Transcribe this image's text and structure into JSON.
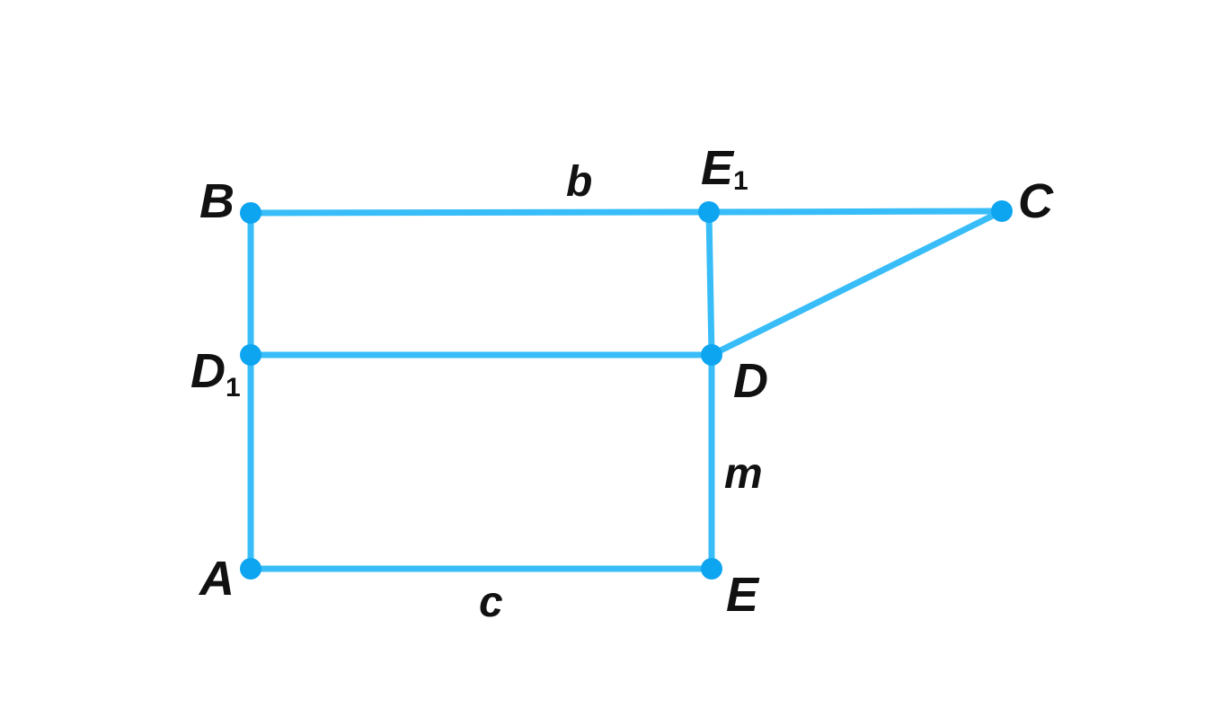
{
  "colors": {
    "line": "#38bdf8",
    "point": "#0ea5f0"
  },
  "points": {
    "B": {
      "name": "B",
      "sub": ""
    },
    "E1": {
      "name": "E",
      "sub": "1"
    },
    "C": {
      "name": "C",
      "sub": ""
    },
    "D1": {
      "name": "D",
      "sub": "1"
    },
    "D": {
      "name": "D",
      "sub": ""
    },
    "A": {
      "name": "A",
      "sub": ""
    },
    "E": {
      "name": "E",
      "sub": ""
    }
  },
  "segments": [
    {
      "from": "B",
      "to": "E1",
      "label": "b"
    },
    {
      "from": "E1",
      "to": "C",
      "label": ""
    },
    {
      "from": "B",
      "to": "D1",
      "label": ""
    },
    {
      "from": "D1",
      "to": "A",
      "label": ""
    },
    {
      "from": "D1",
      "to": "D",
      "label": ""
    },
    {
      "from": "E1",
      "to": "D",
      "label": ""
    },
    {
      "from": "D",
      "to": "C",
      "label": ""
    },
    {
      "from": "D",
      "to": "E",
      "label": "m"
    },
    {
      "from": "A",
      "to": "E",
      "label": "c"
    }
  ]
}
